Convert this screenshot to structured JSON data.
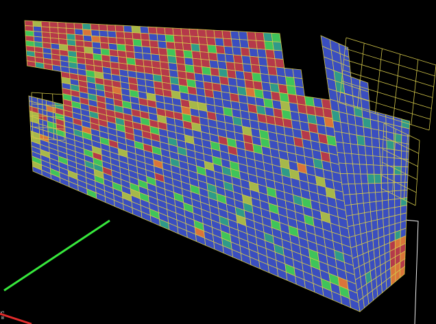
{
  "viewport": {
    "title": "",
    "corner_label": "⊠ 5",
    "colors": {
      "background": "#000000",
      "grid_line": "#d4c84a",
      "cell_blue": "#3a4ec0",
      "cell_red": "#b5394a",
      "cell_green": "#3fc45a",
      "cell_teal": "#2f9a8a",
      "cell_olive": "#a6b84a",
      "cell_orange": "#d9743a",
      "axis_y": "#37e83c",
      "axis_x": "#e12b2b",
      "bbox": "#f0f0f0"
    },
    "objects": {
      "mesh": "voxel-mesh",
      "axis_green": "y-axis",
      "axis_red": "x-axis",
      "bounding_box": "bounding-box-outline"
    }
  }
}
